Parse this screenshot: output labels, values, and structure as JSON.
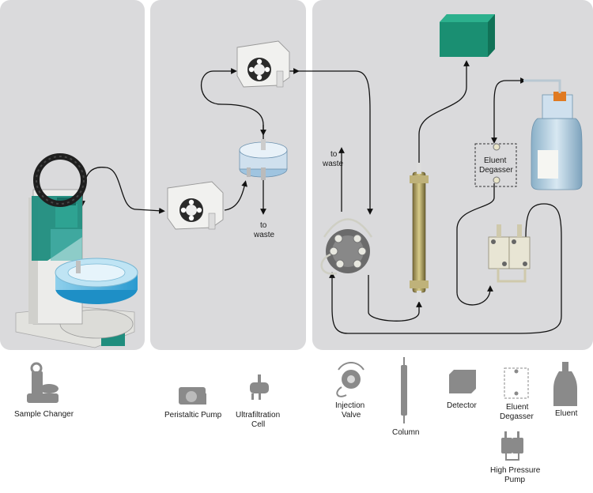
{
  "flow_labels": {
    "waste_top_1": "to",
    "waste_top_2": "waste",
    "waste_mid_1": "to",
    "waste_mid_2": "waste",
    "degasser_1": "Eluent",
    "degasser_2": "Degasser"
  },
  "legend": {
    "sample_changer": "Sample Changer",
    "peristaltic_pump": "Peristaltic Pump",
    "ultrafiltration_1": "Ultrafiltration",
    "ultrafiltration_2": "Cell",
    "injection_1": "Injection",
    "injection_2": "Valve",
    "column": "Column",
    "detector": "Detector",
    "degasser_1": "Eluent",
    "degasser_2": "Degasser",
    "eluent": "Eluent",
    "hp_pump_1": "High Pressure",
    "hp_pump_2": "Pump"
  },
  "colors": {
    "panel": "#dadadc",
    "instrument_teal": "#1f8d7e",
    "detector_green": "#1a8f72",
    "legend_icon": "#8a8a8a"
  }
}
